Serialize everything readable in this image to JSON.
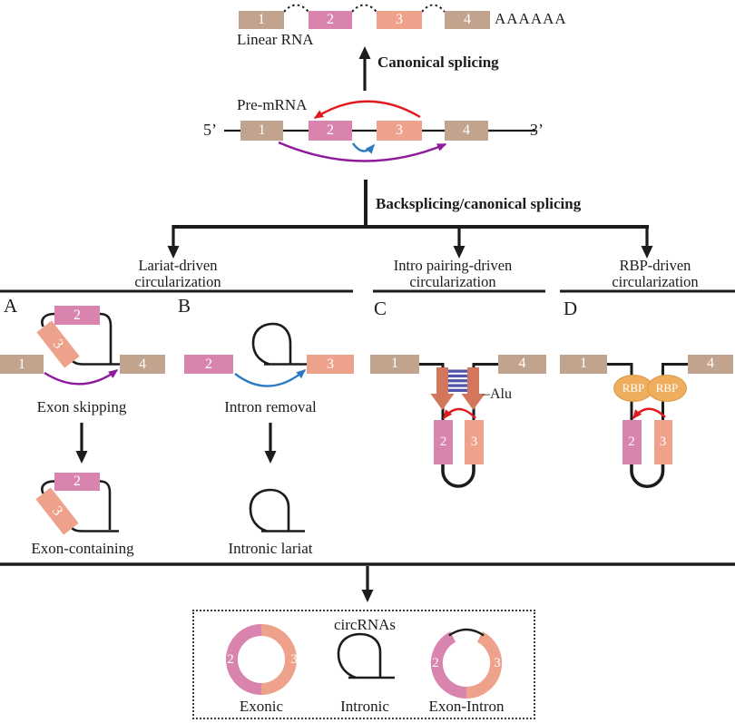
{
  "colors": {
    "exon_tan": "#C2A38D",
    "exon_pink": "#D884AF",
    "exon_salmon": "#EFA28B",
    "rbp_orange": "#EFAE5D",
    "alu_arrow": "#D4765B",
    "alu_stripe": "#5156A8",
    "arrow_red": "#E0191F",
    "arrow_blue": "#2B7BC3",
    "arrow_purple": "#8F1A9B",
    "line_black": "#1C1C1C"
  },
  "top": {
    "linear_rna_label": "Linear RNA",
    "poly_a": "AAAAAA",
    "canonical_splicing": "Canonical splicing",
    "pre_mrna_label": "Pre-mRNA",
    "five_prime": "5’",
    "three_prime": "3’",
    "backsplicing": "Backsplicing/canonical splicing"
  },
  "exons": {
    "e1": "1",
    "e2": "2",
    "e3": "3",
    "e4": "4"
  },
  "branches": [
    {
      "line1": "Lariat-driven",
      "line2": "circularization"
    },
    {
      "line1": "Intro pairing-driven",
      "line2": "circularization"
    },
    {
      "line1": "RBP-driven",
      "line2": "circularization"
    }
  ],
  "panels": {
    "a": {
      "letter": "A",
      "process": "Exon skipping",
      "product": "Exon-containing"
    },
    "b": {
      "letter": "B",
      "process": "Intron removal",
      "product": "Intronic lariat"
    },
    "c": {
      "letter": "C",
      "alu_label": "–Alu"
    },
    "d": {
      "letter": "D",
      "rbp_label": "RBP"
    }
  },
  "output_box": {
    "title": "circRNAs",
    "exonic": "Exonic",
    "intronic": "Intronic",
    "exon_intron": "Exon-Intron"
  }
}
